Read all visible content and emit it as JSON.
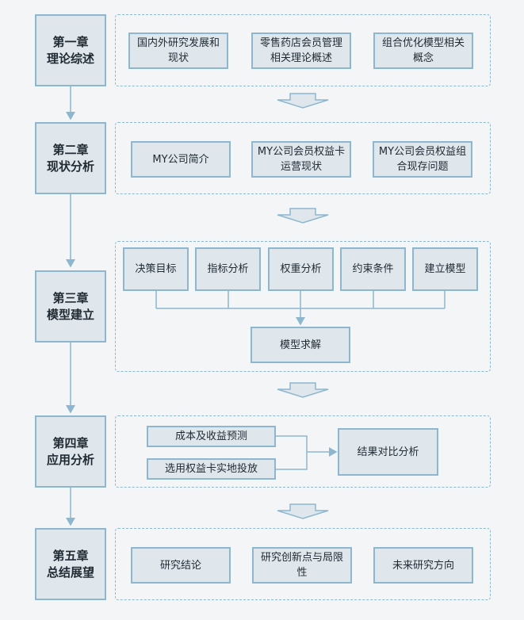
{
  "chapters": [
    {
      "l1": "第一章",
      "l2": "理论综述"
    },
    {
      "l1": "第二章",
      "l2": "现状分析"
    },
    {
      "l1": "第三章",
      "l2": "模型建立"
    },
    {
      "l1": "第四章",
      "l2": "应用分析"
    },
    {
      "l1": "第五章",
      "l2": "总结展望"
    }
  ],
  "ch1_items": [
    "国内外研究发展和现状",
    "零售药店会员管理相关理论概述",
    "组合优化模型相关概念"
  ],
  "ch2_items": [
    "MY公司简介",
    "MY公司会员权益卡运营现状",
    "MY公司会员权益组合现存问题"
  ],
  "ch3_items": [
    "决策目标",
    "指标分析",
    "权重分析",
    "约束条件",
    "建立模型"
  ],
  "ch3_solve": "模型求解",
  "ch4_inputs": [
    "成本及收益预测",
    "选用权益卡实地投放"
  ],
  "ch4_result": "结果对比分析",
  "ch5_items": [
    "研究结论",
    "研究创新点与局限性",
    "未来研究方向"
  ]
}
